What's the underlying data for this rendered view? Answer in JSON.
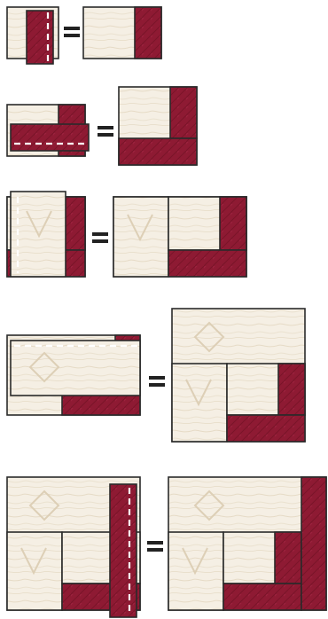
{
  "diagram": {
    "kind": "quilt-block-piecing-steps",
    "step_count": 5,
    "operator_symbol": "=",
    "colors": {
      "background_fabric": "#f5efe4",
      "background_fabric_grain": "#e2d6c1",
      "accent_fabric": "#8e1a33",
      "accent_fabric_shadow": "#6a0f24",
      "outline": "#2a2a2a",
      "seam_line": "#ffffff"
    },
    "steps": [
      {
        "id": "step-1",
        "description_visible": false
      },
      {
        "id": "step-2",
        "description_visible": false
      },
      {
        "id": "step-3",
        "description_visible": false
      },
      {
        "id": "step-4",
        "description_visible": false
      },
      {
        "id": "step-5",
        "description_visible": false
      }
    ]
  }
}
